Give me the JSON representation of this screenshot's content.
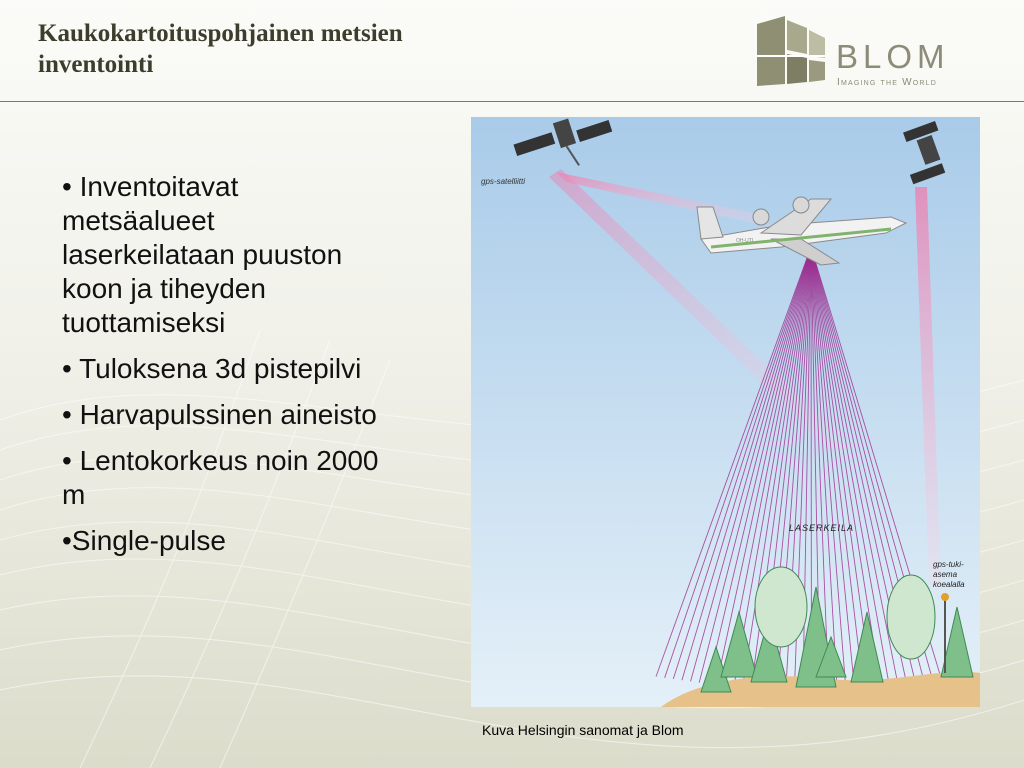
{
  "header": {
    "title_line1": "Kaukokartoituspohjainen metsien",
    "title_line2": "inventointi"
  },
  "logo": {
    "name": "BLOM",
    "tagline": "Imaging the World"
  },
  "bullets": [
    "• Inventoitavat metsäalueet laserkeilataan puuston koon ja tiheyden tuottamiseksi",
    "• Tuloksena 3d pistepilvi",
    "• Harvapulssinen aineisto",
    "• Lentokorkeus noin 2000 m",
    "•Single-pulse"
  ],
  "illustration": {
    "label_satellite": "gps-satelliitti",
    "label_laser": "LASERKEILA",
    "label_station_1": "gps-tuki-",
    "label_station_2": "asema",
    "label_station_3": "koealalla",
    "plane_reg": "OH-UTI"
  },
  "caption": "Kuva  Helsingin sanomat ja Blom",
  "colors": {
    "title": "#3d3d2d",
    "logo_olive": "#8c8c78",
    "sky": "#bcd8ef",
    "laser": "#9b2d8f",
    "gps_beam": "#e58ab8",
    "ground": "#e6c28a",
    "tree": "#7fbf8a"
  }
}
